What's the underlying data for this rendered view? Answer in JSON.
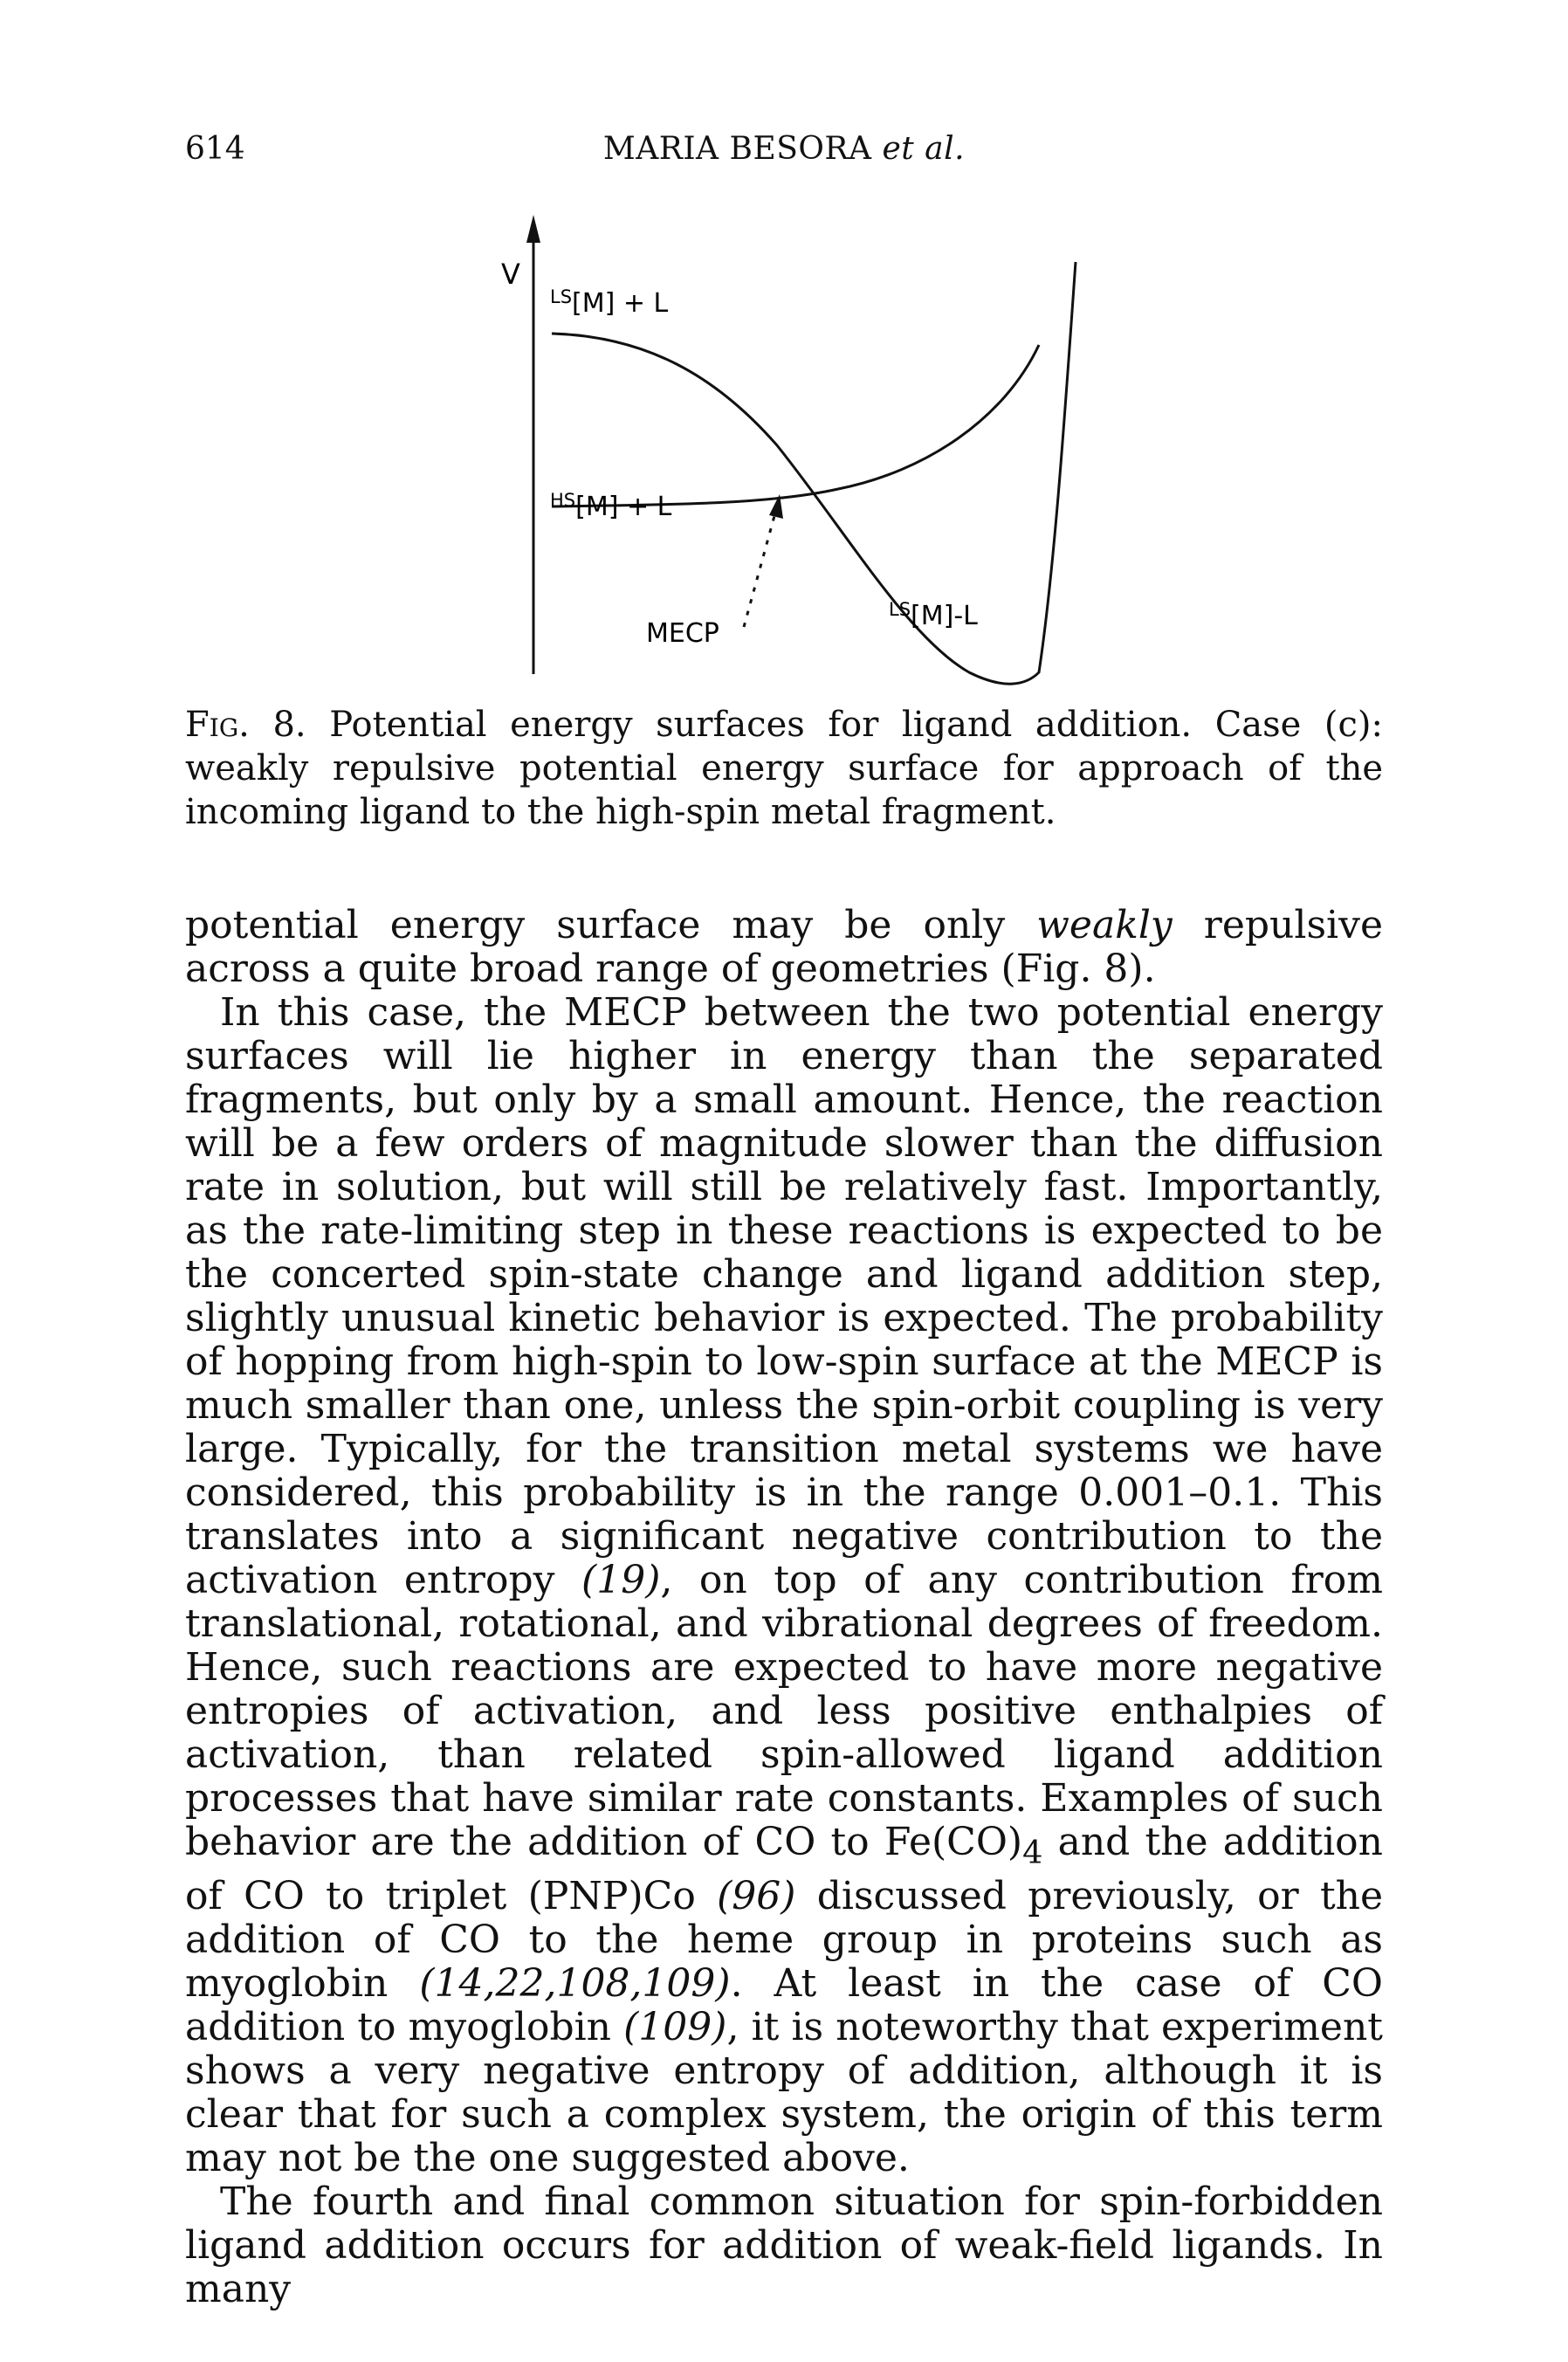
{
  "header": {
    "page_number": "614",
    "running_head_author": "MARIA BESORA",
    "running_head_etal": "et al."
  },
  "figure": {
    "axis_label": "V",
    "label_ls_ml": "LS[M] + L",
    "label_hs_ml": "HS[M] + L",
    "label_mecp": "MECP",
    "label_ls_m_l": "LS[M]-L",
    "sup_ls": "LS",
    "sup_hs": "HS",
    "text_ls_ml": "[M] + L",
    "text_hs_ml": "[M] + L",
    "text_ls_m_l": "[M]-L"
  },
  "caption": {
    "label": "Fig. 8.",
    "text": "Potential energy surfaces for ligand addition. Case (c): weakly repulsive potential energy surface for approach of the incoming ligand to the high-spin metal fragment."
  },
  "body": {
    "p1_a": "potential energy surface may be only ",
    "p1_em": "weakly",
    "p1_b": " repulsive across a quite broad range of geometries (Fig. 8).",
    "p2_a": "In this case, the MECP between the two potential energy surfaces will lie higher in energy than the separated fragments, but only by a small amount. Hence, the reaction will be a few orders of magnitude slower than the diffusion rate in solution, but will still be relatively fast. Importantly, as the rate-limiting step in these reactions is expected to be the concerted spin-state change and ligand addition step, slightly unusual kinetic behavior is expected. The probability of hopping from high-spin to low-spin surface at the MECP is much smaller than one, unless the spin-orbit coupling is very large. Typically, for the transition metal systems we have considered, this probability is in the range 0.001–0.1. This translates into a significant negative contribution to the activation entropy ",
    "p2_ref1": "(19)",
    "p2_b": ", on top of any contribution from translational, rotational, and vibrational degrees of freedom. Hence, such reactions are expected to have more negative entropies of activation, and less positive enthalpies of activation, than related spin-allowed ligand addition processes that have similar rate constants. Examples of such behavior are the addition of CO to Fe(CO)",
    "p2_sub4": "4",
    "p2_c": " and the addition of CO to triplet (PNP)Co ",
    "p2_ref2": "(96)",
    "p2_d": " discussed previously, or the addition of CO to the heme group in proteins such as myoglobin ",
    "p2_ref3": "(14,22,108,109)",
    "p2_e": ". At least in the case of CO addition to myoglobin ",
    "p2_ref4": "(109)",
    "p2_f": ", it is noteworthy that experiment shows a very negative entropy of addition, although it is clear that for such a complex system, the origin of this term may not be the one suggested above.",
    "p3": "The fourth and final common situation for spin-forbidden ligand addition occurs for addition of weak-field ligands. In many"
  }
}
